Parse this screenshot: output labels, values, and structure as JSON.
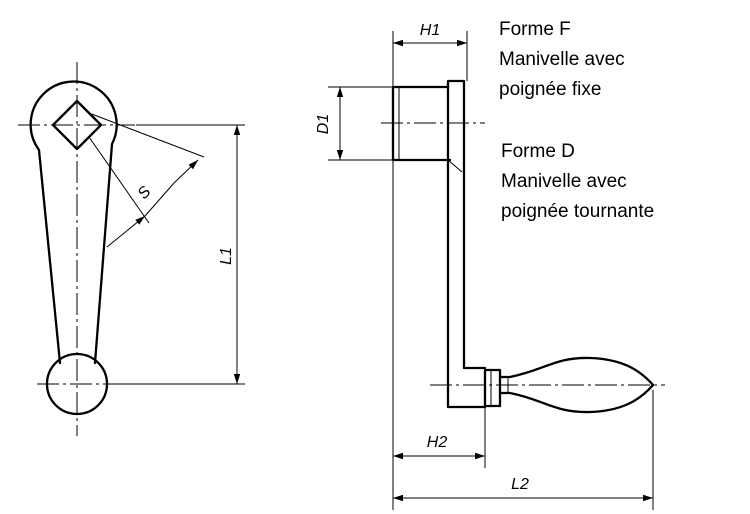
{
  "labels": {
    "H1": "H1",
    "D1": "D1",
    "S": "S",
    "L1": "L1",
    "H2": "H2",
    "L2": "L2"
  },
  "notes": {
    "forme_f": [
      "Forme F",
      "Manivelle avec",
      "poignée fixe"
    ],
    "forme_d": [
      "Forme D",
      "Manivelle avec",
      "poignée tournante"
    ]
  }
}
